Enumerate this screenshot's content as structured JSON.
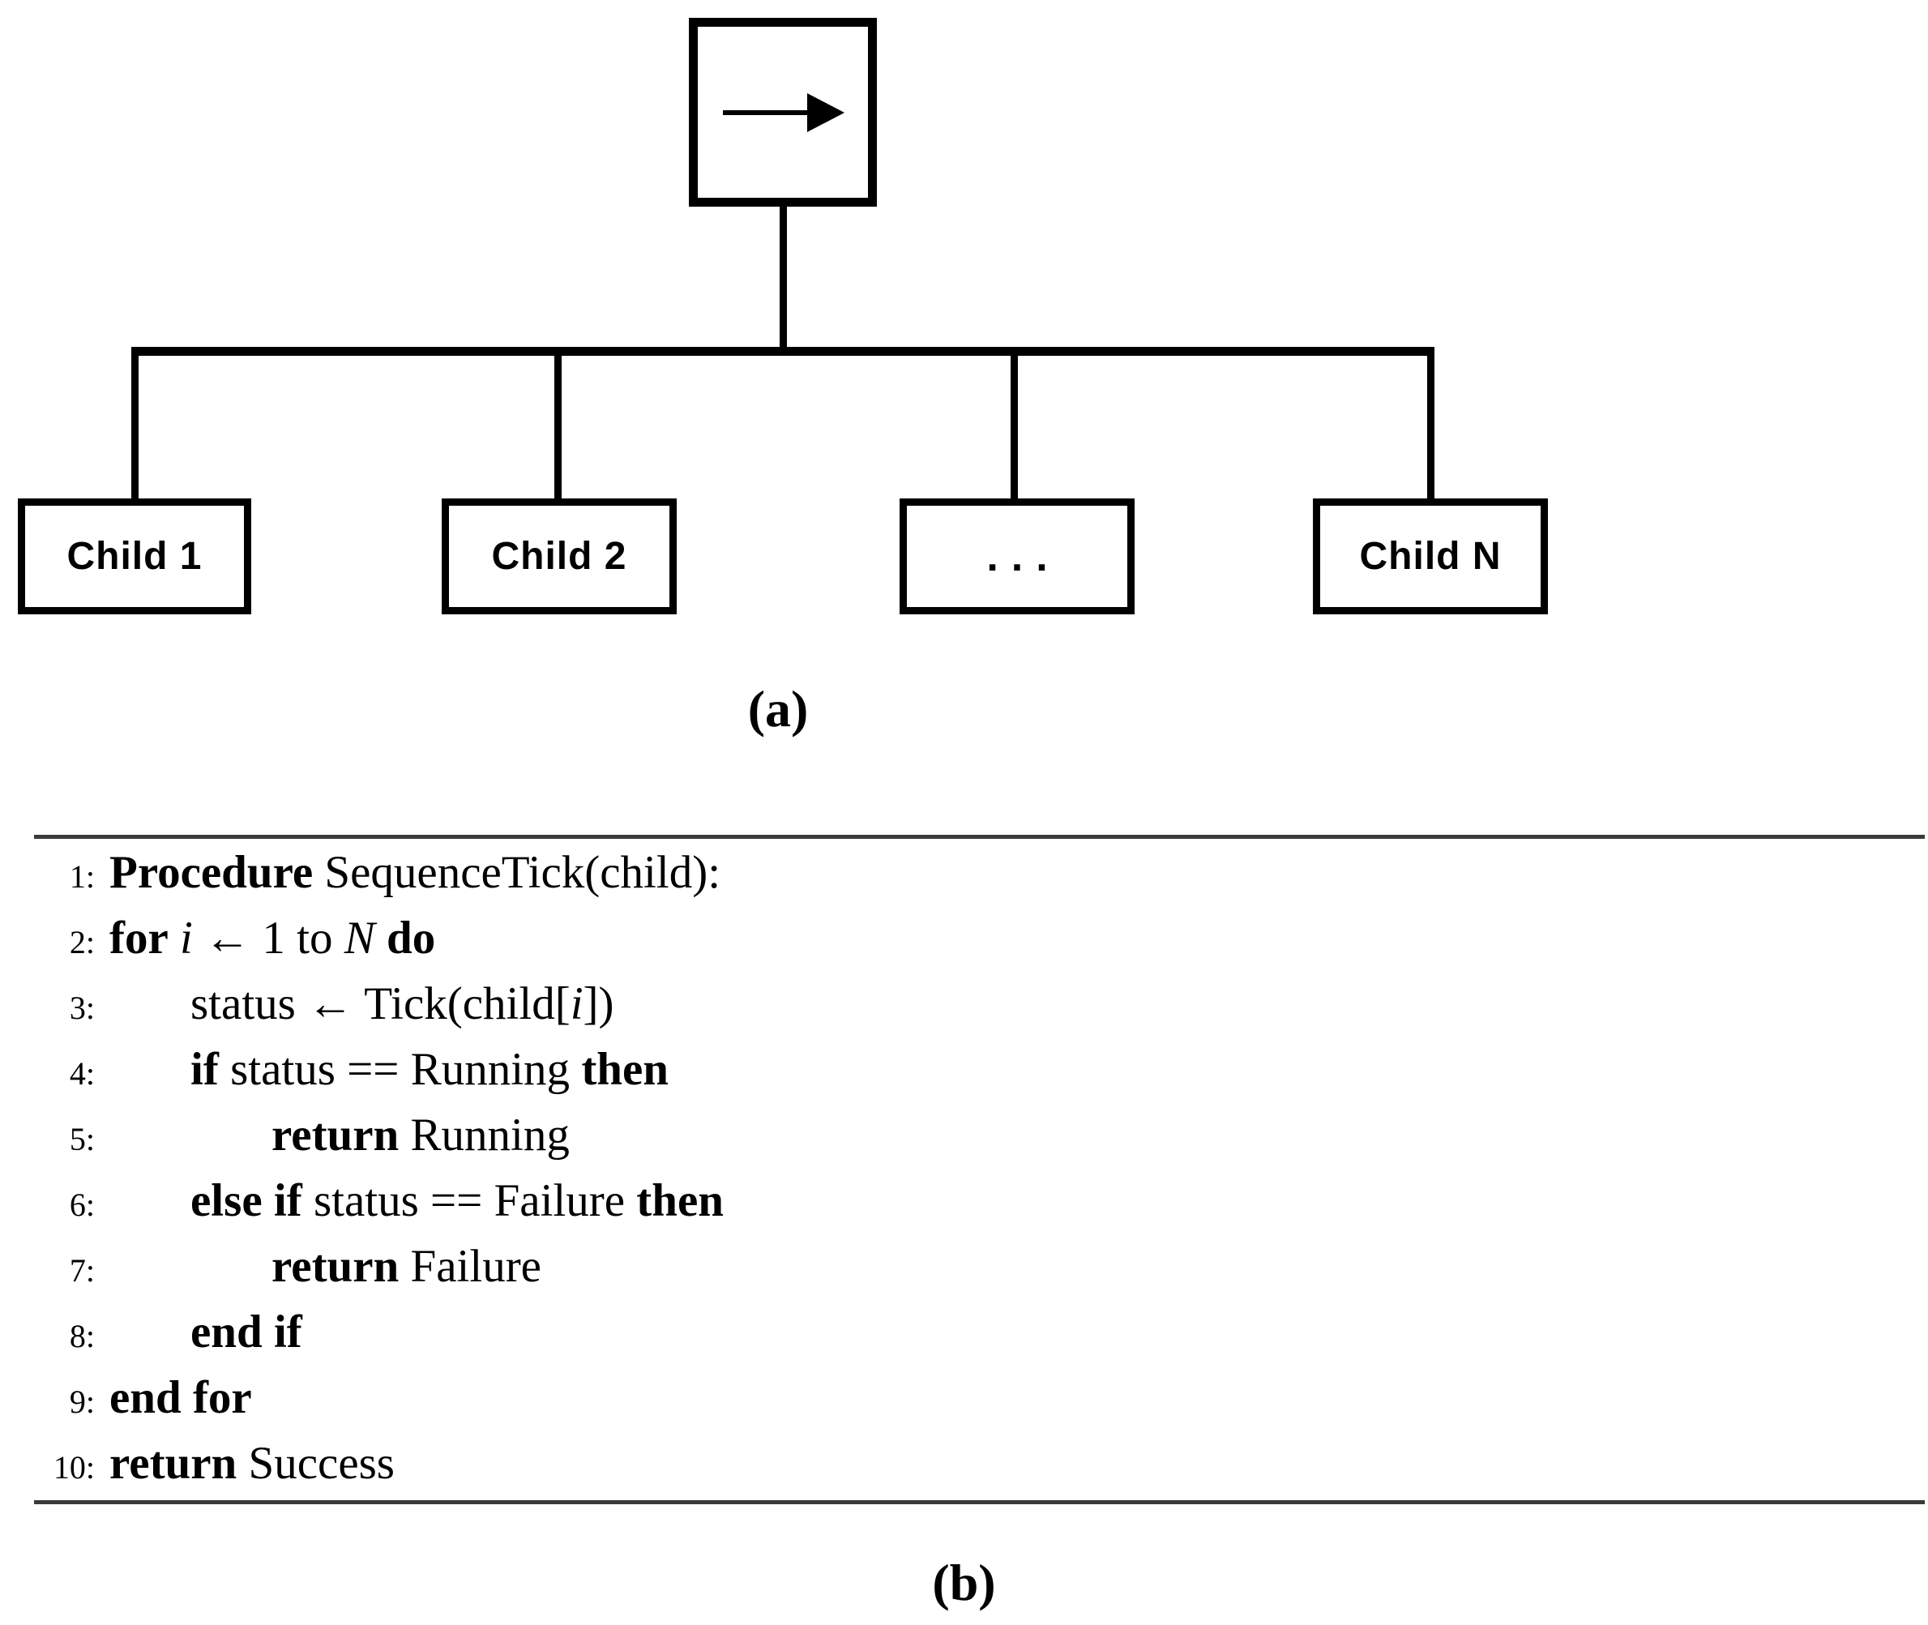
{
  "figure": {
    "colors": {
      "background": "#ffffff",
      "line": "#000000",
      "rule": "#3a3a3a",
      "text": "#000000"
    },
    "panel_a": {
      "label": "(a)",
      "root_node": {
        "icon": "right-arrow-icon",
        "meaning": "sequence node"
      },
      "children": [
        {
          "label": "Child 1"
        },
        {
          "label": "Child 2"
        },
        {
          "label": "..."
        },
        {
          "label": "Child N"
        }
      ]
    },
    "panel_b": {
      "label": "(b)",
      "algorithm": {
        "lines": [
          {
            "num": "1:",
            "indent": 0,
            "runs": [
              [
                "b",
                "Procedure"
              ],
              [
                "r",
                " SequenceTick(child):"
              ]
            ]
          },
          {
            "num": "2:",
            "indent": 0,
            "runs": [
              [
                "b",
                "for"
              ],
              [
                "r",
                " "
              ],
              [
                "i",
                "i"
              ],
              [
                "r",
                " ← 1 to "
              ],
              [
                "i",
                "N"
              ],
              [
                "r",
                " "
              ],
              [
                "b",
                "do"
              ]
            ]
          },
          {
            "num": "3:",
            "indent": 1,
            "runs": [
              [
                "r",
                "status ← Tick(child["
              ],
              [
                "i",
                "i"
              ],
              [
                "r",
                "])"
              ]
            ]
          },
          {
            "num": "4:",
            "indent": 1,
            "runs": [
              [
                "b",
                "if"
              ],
              [
                "r",
                " status == Running "
              ],
              [
                "b",
                "then"
              ]
            ]
          },
          {
            "num": "5:",
            "indent": 2,
            "runs": [
              [
                "b",
                "return"
              ],
              [
                "r",
                " Running"
              ]
            ]
          },
          {
            "num": "6:",
            "indent": 1,
            "runs": [
              [
                "b",
                "else if"
              ],
              [
                "r",
                " status == Failure "
              ],
              [
                "b",
                "then"
              ]
            ]
          },
          {
            "num": "7:",
            "indent": 2,
            "runs": [
              [
                "b",
                "return"
              ],
              [
                "r",
                " Failure"
              ]
            ]
          },
          {
            "num": "8:",
            "indent": 1,
            "runs": [
              [
                "b",
                "end if"
              ]
            ]
          },
          {
            "num": "9:",
            "indent": 0,
            "runs": [
              [
                "b",
                "end for"
              ]
            ]
          },
          {
            "num": "10:",
            "indent": 0,
            "runs": [
              [
                "b",
                "return"
              ],
              [
                "r",
                " Success"
              ]
            ]
          }
        ]
      }
    }
  }
}
